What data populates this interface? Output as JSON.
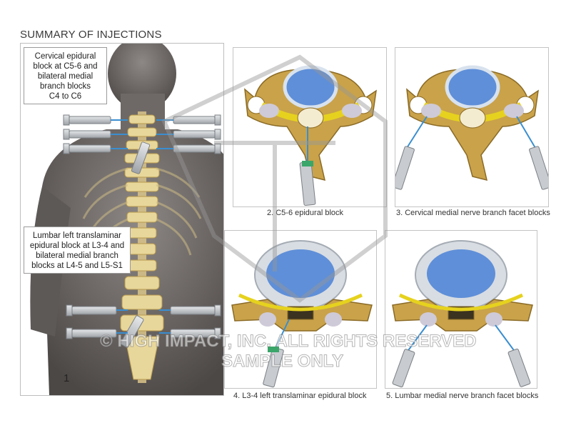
{
  "title": "SUMMARY OF INJECTIONS",
  "figure_number": "1",
  "notes": {
    "cervical": [
      "Cervical epidural",
      "block at C5-6 and",
      "bilateral medial",
      "branch blocks",
      "C4 to C6"
    ],
    "lumbar": [
      "Lumbar left translaminar",
      "epidural block at L3-4 and",
      "bilateral medial branch",
      "blocks at L4-5 and L5-S1"
    ]
  },
  "captions": {
    "panel2": "2. C5-6 epidural block",
    "panel3": "3. Cervical medial nerve branch facet blocks",
    "panel4": "4. L3-4 left translaminar epidural block",
    "panel5": "5. Lumbar medial nerve branch facet blocks"
  },
  "watermark": {
    "line1": "© HIGH IMPACT, INC. ALL RIGHTS RESERVED",
    "line2": "SAMPLE ONLY"
  },
  "colors": {
    "bone": "#c9a24a",
    "nerve": "#e6d21e",
    "disc": "#5f8fd8",
    "skin": "#6b6664",
    "syringe": "#c8ccd0"
  }
}
